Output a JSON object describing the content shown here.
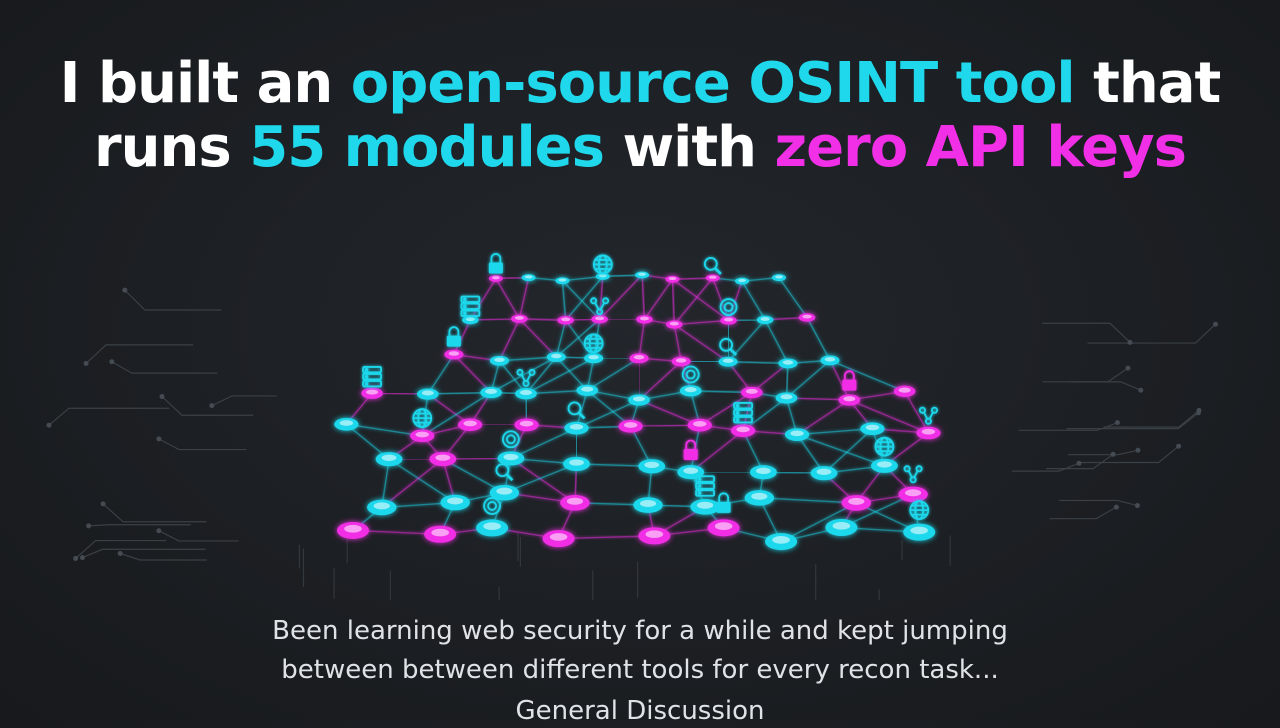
{
  "headline": {
    "line1": [
      {
        "text": "I built an ",
        "color": "white"
      },
      {
        "text": "open-source OSINT tool",
        "color": "cyan"
      },
      {
        "text": " that",
        "color": "white"
      }
    ],
    "line2": [
      {
        "text": "runs ",
        "color": "white"
      },
      {
        "text": "55 modules",
        "color": "cyan"
      },
      {
        "text": " with ",
        "color": "white"
      },
      {
        "text": "zero API keys",
        "color": "magenta"
      }
    ]
  },
  "description": {
    "line1": "Been learning web security for a while and kept jumping",
    "line2": "between between different tools for every recon task..."
  },
  "category": "General Discussion",
  "colors": {
    "cyan": "#1fd8ec",
    "magenta": "#f12fe6",
    "background": "#1c1f23"
  },
  "illustration": {
    "icons": [
      "lock-icon",
      "globe-icon",
      "search-icon",
      "server-icon",
      "share-icon",
      "target-icon"
    ]
  }
}
